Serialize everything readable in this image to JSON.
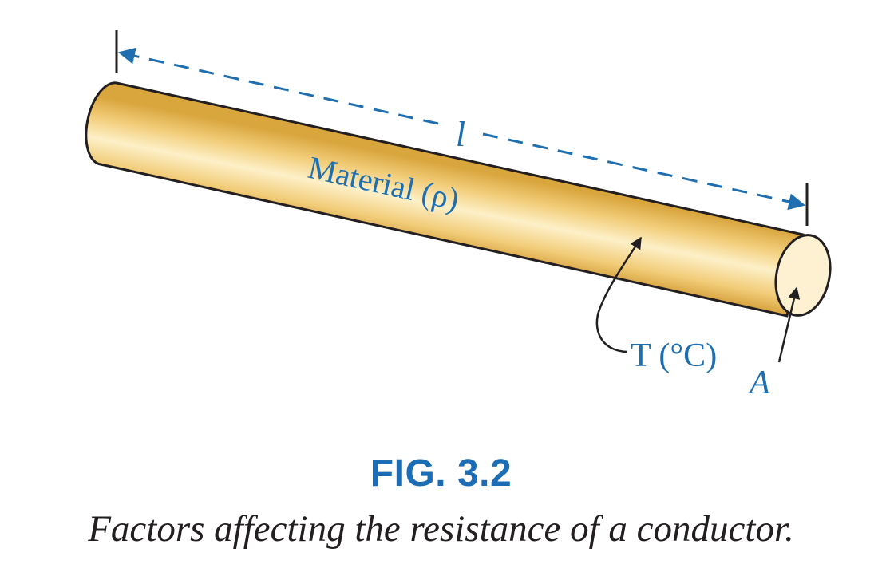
{
  "diagram": {
    "length_label": "l",
    "material_label": "Material (ρ)",
    "temperature_label": "T (°C)",
    "area_label": "A"
  },
  "caption": {
    "number": "FIG. 3.2",
    "text": "Factors affecting the resistance of a conductor."
  },
  "colors": {
    "rod_light": "#fdf0c8",
    "rod_mid": "#f2cd7a",
    "rod_dark": "#d9a63e",
    "end_face": "#fdf1d2",
    "label_blue": "#1f6fb0",
    "caption_blue": "#1b6db5",
    "arrow_black": "#231f20"
  }
}
